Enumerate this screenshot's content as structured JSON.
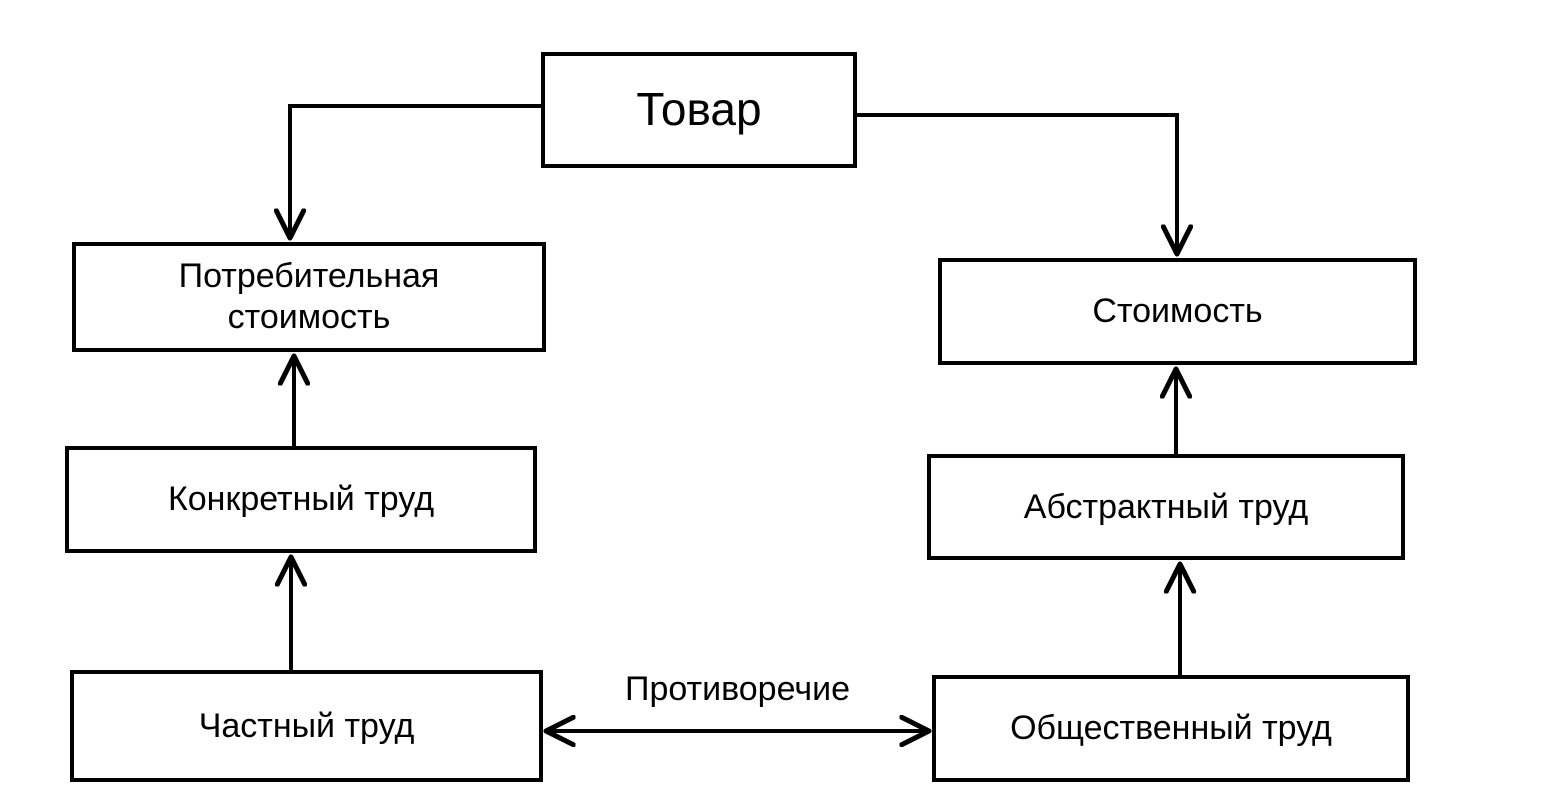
{
  "nodes": {
    "commodity": "Товар",
    "use_value_line1": "Потребительная",
    "use_value_line2": "стоимость",
    "value": "Стоимость",
    "concrete_labor": "Конкретный труд",
    "abstract_labor": "Абстрактный труд",
    "private_labor": "Частный труд",
    "social_labor": "Общественный труд"
  },
  "edge_labels": {
    "contradiction": "Противоречие"
  },
  "colors": {
    "line": "#000000",
    "background": "#ffffff"
  }
}
